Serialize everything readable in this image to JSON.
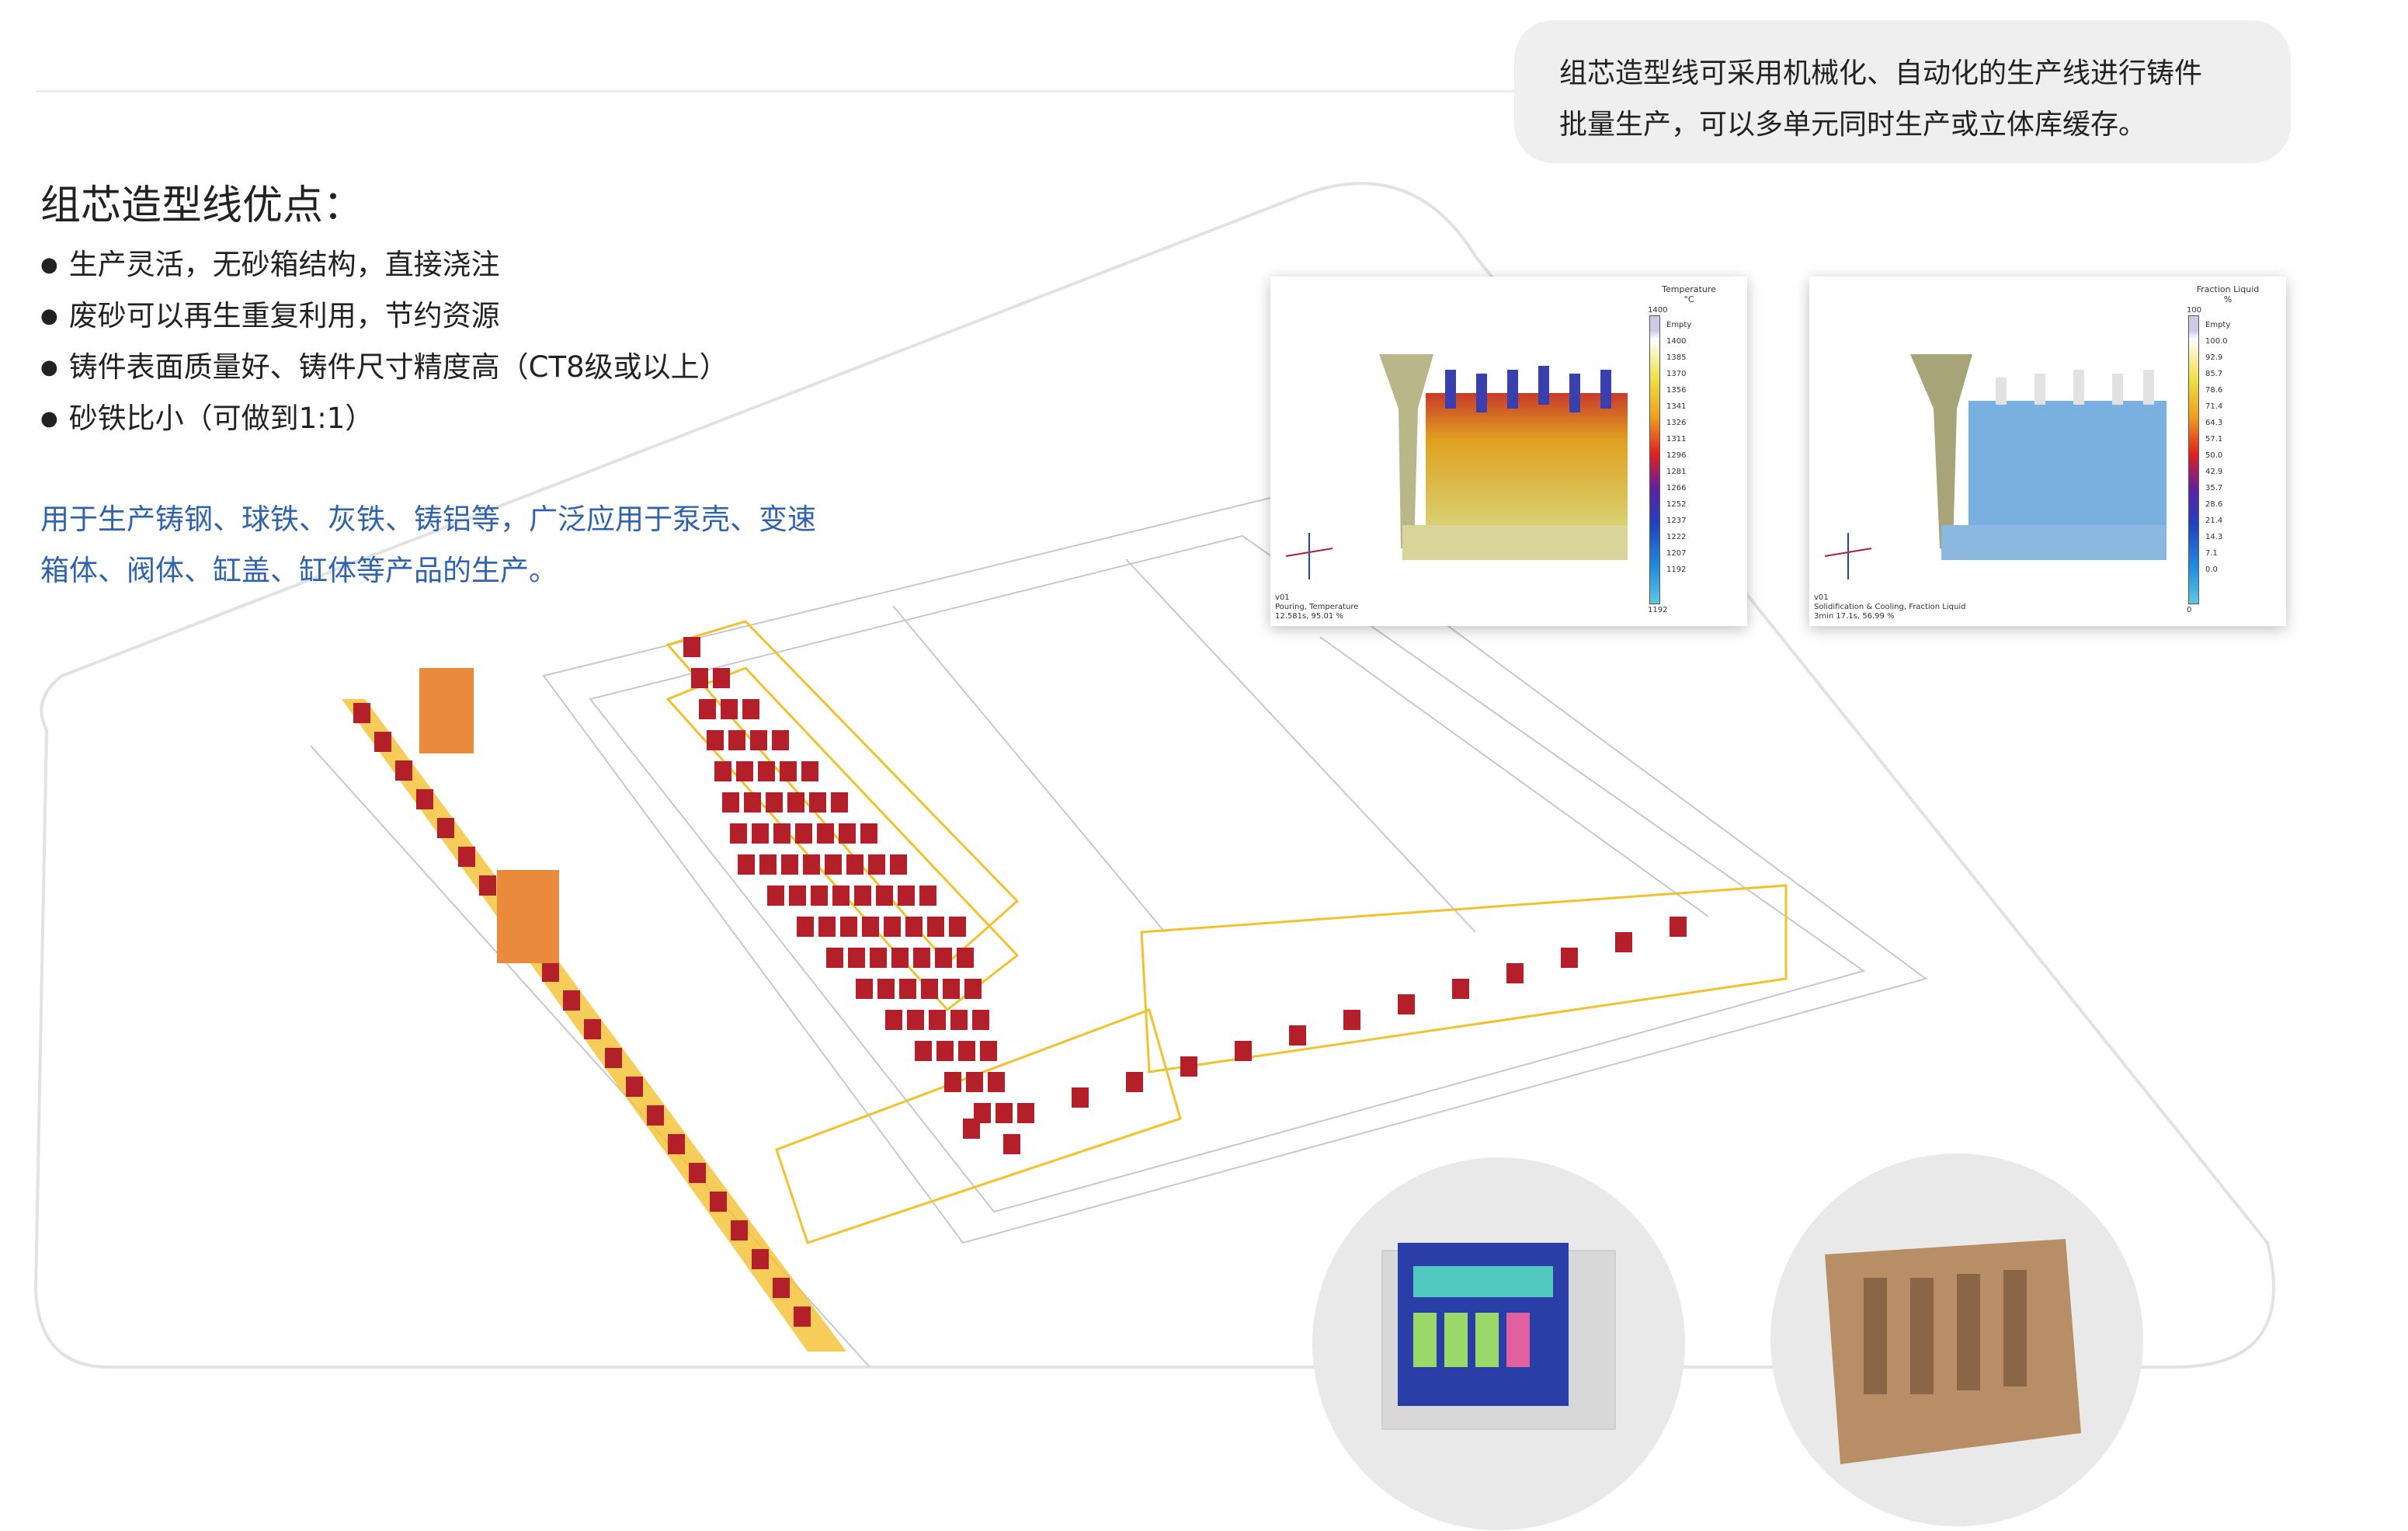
{
  "intro_bubble": {
    "lines": [
      "组芯造型线可采用机械化、自动化的生产线进行铸件",
      "批量生产，可以多单元同时生产或立体库缓存。"
    ]
  },
  "advantages": {
    "title": "组芯造型线优点：",
    "items": [
      "生产灵活，无砂箱结构，直接浇注",
      "废砂可以再生重复利用，节约资源",
      "铸件表面质量好、铸件尺寸精度高（CT8级或以上）",
      "砂铁比小（可做到1:1）"
    ]
  },
  "applications": {
    "lines": [
      "用于生产铸钢、球铁、灰铁、铸铝等，广泛应用于泵壳、变速",
      "箱体、阀体、缸盖、缸体等产品的生产。"
    ]
  },
  "sim_temperature": {
    "legend_title": "Temperature",
    "unit": "°C",
    "max": "1400",
    "min": "1192",
    "empty": "Empty",
    "ticks": [
      "1400",
      "1385",
      "1370",
      "1356",
      "1341",
      "1326",
      "1311",
      "1296",
      "1281",
      "1266",
      "1252",
      "1237",
      "1222",
      "1207",
      "1192"
    ],
    "caption": [
      "v01",
      "Pouring, Temperature",
      "12.581s, 95.01 %"
    ]
  },
  "sim_fraction": {
    "legend_title": "Fraction Liquid",
    "unit": "%",
    "max": "100",
    "min": "0",
    "empty": "Empty",
    "ticks": [
      "100.0",
      "92.9",
      "85.7",
      "78.6",
      "71.4",
      "64.3",
      "57.1",
      "50.0",
      "42.9",
      "35.7",
      "28.6",
      "21.4",
      "14.3",
      "7.1",
      "0.0"
    ],
    "caption": [
      "v01",
      "Solidification & Cooling, Fraction Liquid",
      "3min 17.1s, 56.99 %"
    ]
  },
  "colors": {
    "accent_blue": "#2f63ae",
    "rack_red": "#b3202a",
    "frame_yellow": "#f2c12e",
    "robot_orange": "#e98a3c"
  }
}
